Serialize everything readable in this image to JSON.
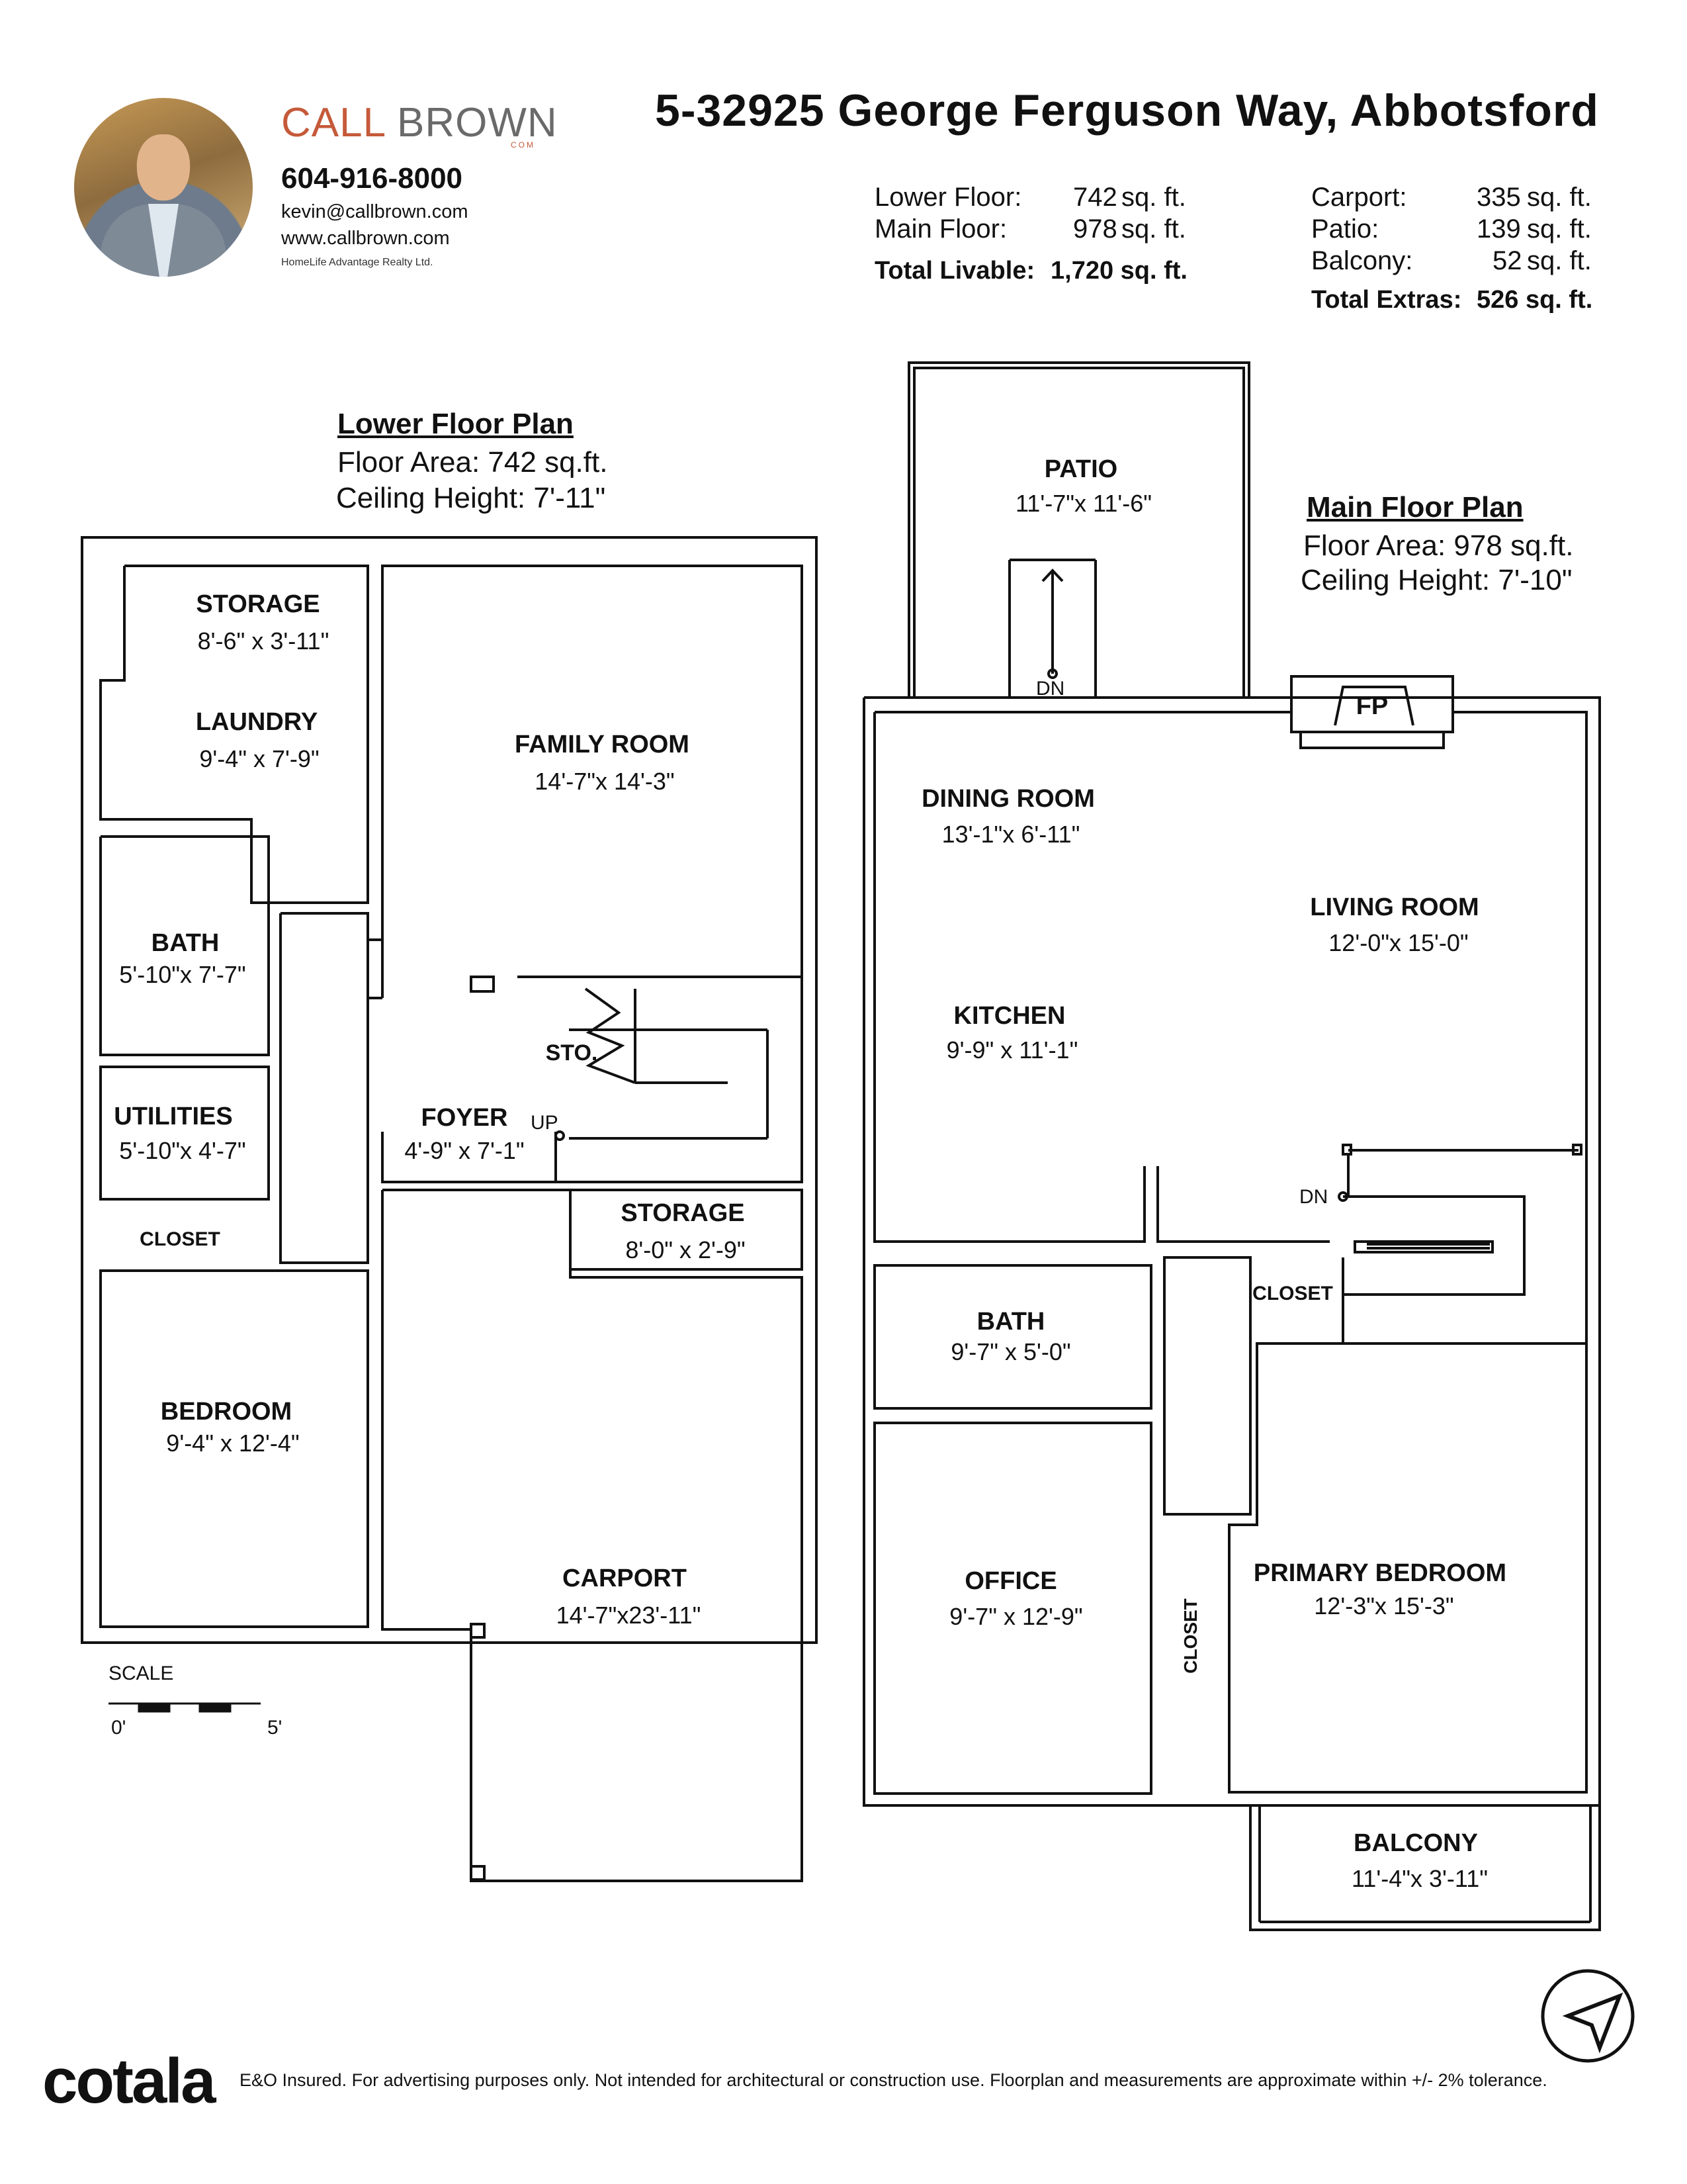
{
  "agent": {
    "brand_a": "CALL",
    "brand_b": " BROWN",
    "brand_sub": "COM",
    "phone": "604-916-8000",
    "email": "kevin@callbrown.com",
    "website": "www.callbrown.com",
    "brokerage": "HomeLife Advantage Realty Ltd."
  },
  "title": "5-32925 George Ferguson Way, Abbotsford",
  "areas": {
    "lower_label": "Lower Floor:",
    "lower_value": "742",
    "lower_unit": "sq. ft.",
    "main_label": "Main Floor:",
    "main_value": "978",
    "main_unit": "sq. ft.",
    "total_label": "Total Livable:",
    "total_value": "1,720 sq. ft.",
    "carport_label": "Carport:",
    "carport_value": "335",
    "carport_unit": "sq. ft.",
    "patio_label": "Patio:",
    "patio_value": "139",
    "patio_unit": "sq. ft.",
    "balcony_label": "Balcony:",
    "balcony_value": "52",
    "balcony_unit": "sq. ft.",
    "extras_label": "Total Extras:",
    "extras_value": "526 sq. ft."
  },
  "lower_plan": {
    "title": "Lower Floor Plan",
    "area": "Floor Area: 742 sq.ft.",
    "ceiling": "Ceiling Height: 7'-11\""
  },
  "main_plan": {
    "title": "Main Floor Plan",
    "area": "Floor Area: 978 sq.ft.",
    "ceiling": "Ceiling Height: 7'-10\""
  },
  "lower_rooms": {
    "storage1": {
      "name": "STORAGE",
      "dim": "8'-6\" x 3'-11\""
    },
    "laundry": {
      "name": "LAUNDRY",
      "dim": "9'-4\" x  7'-9\""
    },
    "family": {
      "name": "FAMILY ROOM",
      "dim": "14'-7\"x 14'-3\""
    },
    "bath": {
      "name": "BATH",
      "dim": "5'-10\"x  7'-7\""
    },
    "sto": {
      "name": "STO."
    },
    "utilities": {
      "name": "UTILITIES",
      "dim": "5'-10\"x  4'-7\""
    },
    "foyer": {
      "name": "FOYER",
      "dim": "4'-9\" x  7'-1\""
    },
    "up": "UP",
    "closet": {
      "name": "CLOSET"
    },
    "storage2": {
      "name": "STORAGE",
      "dim": "8'-0\" x  2'-9\""
    },
    "bedroom": {
      "name": "BEDROOM",
      "dim": "9'-4\" x 12'-4\""
    },
    "carport": {
      "name": "CARPORT",
      "dim": "14'-7\"x23'-11\""
    }
  },
  "main_rooms": {
    "patio": {
      "name": "PATIO",
      "dim": "11'-7\"x 11'-6\""
    },
    "dn1": "DN",
    "fp": "FP",
    "dining": {
      "name": "DINING ROOM",
      "dim": "13'-1\"x 6'-11\""
    },
    "living": {
      "name": "LIVING ROOM",
      "dim": "12'-0\"x 15'-0\""
    },
    "kitchen": {
      "name": "KITCHEN",
      "dim": "9'-9\" x 11'-1\""
    },
    "dn2": "DN",
    "closet1": {
      "name": "CLOSET"
    },
    "bath": {
      "name": "BATH",
      "dim": "9'-7\" x  5'-0\""
    },
    "office": {
      "name": "OFFICE",
      "dim": "9'-7\" x 12'-9\""
    },
    "closet2": {
      "name": "CLOSET"
    },
    "primary": {
      "name": "PRIMARY BEDROOM",
      "dim": "12'-3\"x 15'-3\""
    },
    "balcony": {
      "name": "BALCONY",
      "dim": "11'-4\"x 3'-11\""
    }
  },
  "scale": {
    "label": "SCALE",
    "zero": "0'",
    "five": "5'"
  },
  "footer": {
    "logo": "cotala",
    "disclaimer": "E&O Insured. For advertising purposes only. Not intended for architectural or construction use. Floorplan and measurements are approximate within +/- 2% tolerance."
  }
}
